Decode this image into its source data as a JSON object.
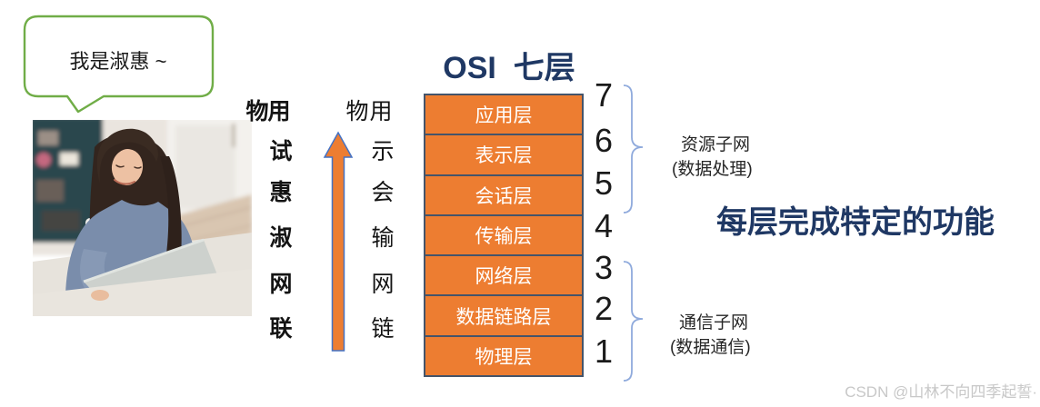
{
  "bubble": {
    "text": "我是淑惠 ~"
  },
  "title": "OSI  七层",
  "mnemonic": {
    "left": [
      "物",
      "用",
      "试",
      "惠",
      "淑",
      "网",
      "联"
    ],
    "right": [
      "物",
      "用",
      "示",
      "会",
      "输",
      "网",
      "链"
    ]
  },
  "layers": [
    {
      "name": "应用层",
      "number": "7"
    },
    {
      "name": "表示层",
      "number": "6"
    },
    {
      "name": "会话层",
      "number": "5"
    },
    {
      "name": "传输层",
      "number": "4"
    },
    {
      "name": "网络层",
      "number": "3"
    },
    {
      "name": "数据链路层",
      "number": "2"
    },
    {
      "name": "物理层",
      "number": "1"
    }
  ],
  "brace_labels": {
    "top": {
      "line1": "资源子网",
      "line2": "(数据处理)"
    },
    "bottom": {
      "line1": "通信子网",
      "line2": "(数据通信)"
    }
  },
  "callout": "每层完成特定的功能",
  "watermark": "CSDN @山林不向四季起誓·",
  "colors": {
    "layer_fill": "#ED7D31",
    "layer_border": "#44546A",
    "layer_text": "#FFFFFF",
    "title_text": "#1F3864",
    "callout_text": "#1F3864",
    "brace": "#8FAADC",
    "bubble_border": "#70AD47",
    "arrow_fill": "#ED7D31",
    "arrow_border": "#4472C4"
  }
}
